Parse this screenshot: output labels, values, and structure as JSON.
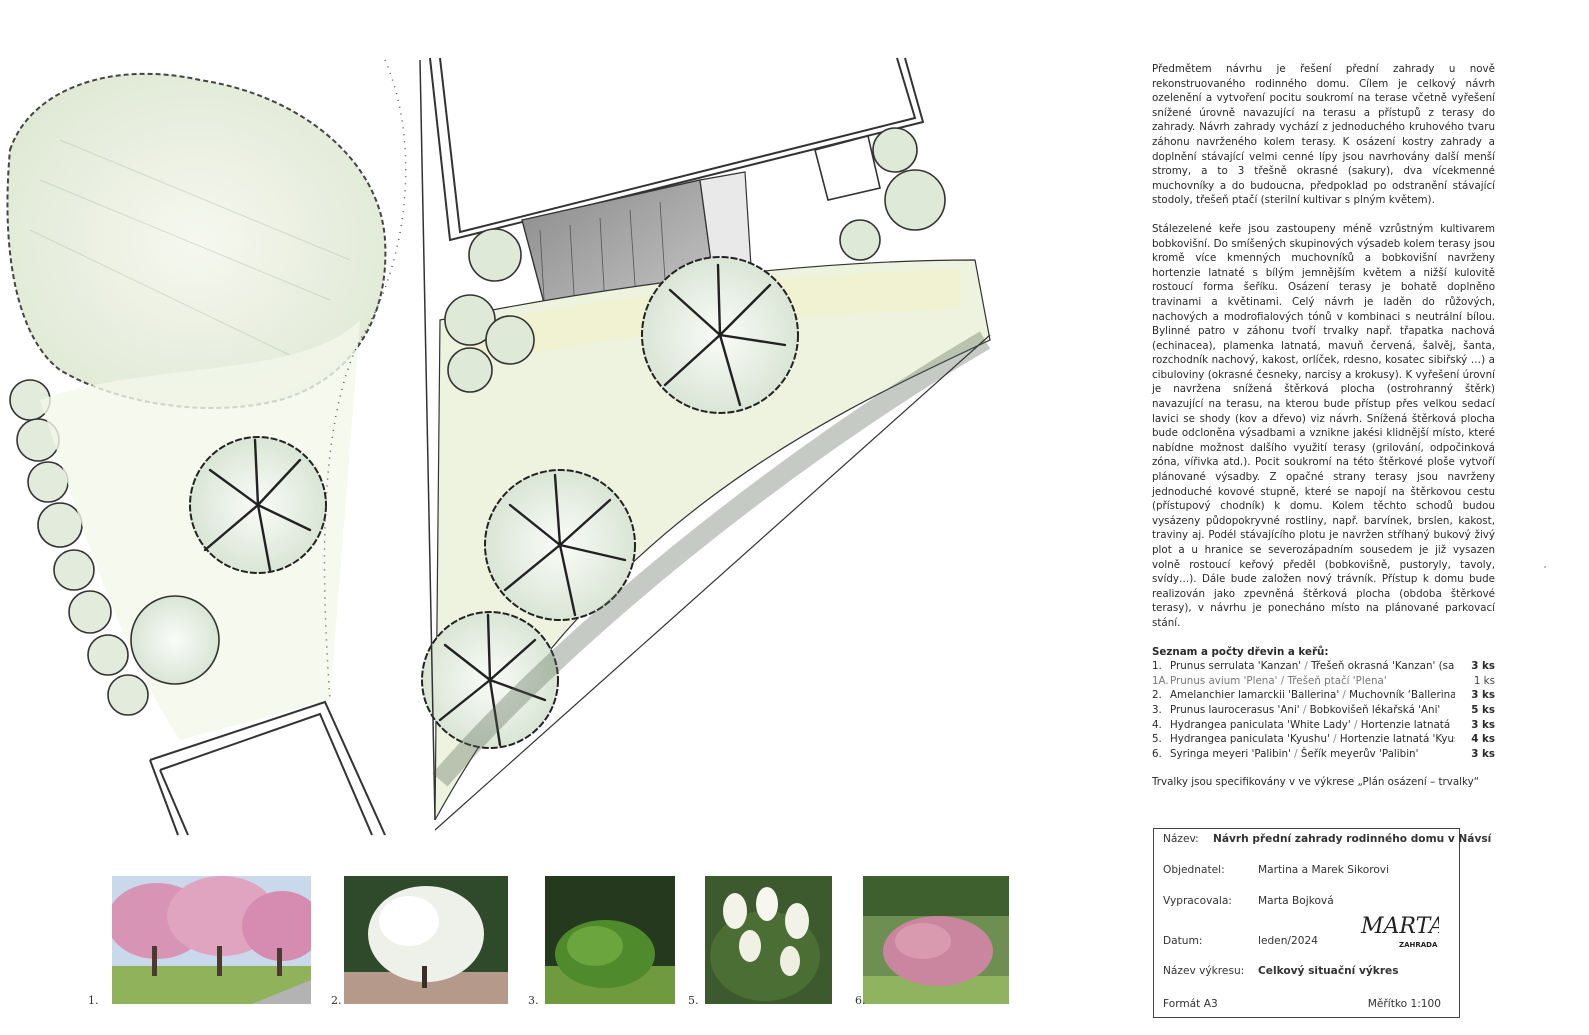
{
  "intro_paragraph": "Předmětem návrhu je řešení přední zahrady u nově rekonstruovaného rodinného domu. Cílem je celkový návrh ozelenění a vytvoření pocitu soukromí na terase včetně vyřešení snížené úrovně navazující na terasu a přístupů z terasy do zahrady. Návrh zahrady vychází z jednoduchého kruhového tvaru záhonu navrženého kolem terasy. K osázení kostry zahrady a doplnění stávající velmi cenné lípy jsou navrhovány další menší stromy, a to 3 třešně okrasné (sakury), dva vícekmenné muchovníky a do budoucna, předpoklad po odstranění stávající stodoly, třešeň ptačí (sterilní kultivar s plným květem).",
  "main_paragraph": "Stálezelené keře jsou zastoupeny méně vzrůstným kultivarem bobkovišní. Do smíšených skupinových výsadeb kolem terasy jsou kromě více kmenných muchovníků a bobkovišní navrženy hortenzie latnaté s bílým jemnějším květem a nižší kulovitě rostoucí forma šeříku. Osázení terasy je bohatě doplněno travinami a květinami. Celý návrh je laděn do růžových, nachových a modrofialových tónů v kombinaci s neutrální bílou. Bylinné patro v záhonu tvoří trvalky např. třapatka nachová (echinacea), plamenka latnatá, mavuň červená, šalvěj, šanta, rozchodník nachový, kakost, orlíček, rdesno, kosatec sibiřský …) a cibuloviny (okrasné česneky, narcisy a krokusy). K vyřešení úrovní je navržena snížená štěrková plocha (ostrohranný štěrk) navazující na terasu, na kterou bude přístup přes velkou sedací lavici se shody (kov a dřevo) viz návrh. Snížená štěrková plocha bude odcloněna výsadbami a vznikne jakési klidnější místo, které nabídne možnost dalšího využití terasy (grilování, odpočinková zóna, vířivka atd.). Pocit soukromí na této štěrkové ploše vytvoří plánované výsadby. Z opačné strany terasy jsou navrženy jednoduché kovové stupně, které se napojí na štěrkovou cestu (přístupový chodník) k domu. Kolem těchto schodů budou vysázeny půdopokryvné rostliny, např. barvínek, brslen, kakost, traviny aj. Podél stávajícího plotu je navržen stříhaný bukový živý plot a u hranice se severozápadním sousedem je již vysazen volně rostoucí keřový předěl (bobkovišně, pustoryly, tavoly, svídy…). Dále bude založen nový trávník. Přístup k domu bude realizován jako zpevněná štěrková plocha (obdoba štěrkové terasy), v návrhu je ponecháno místo na plánované parkovací stání.",
  "species_title": "Seznam a počty dřevin a keřů:",
  "species": [
    {
      "num": "1.",
      "sci": "Prunus serrulata 'Kanzan'",
      "cz": "Třešeň okrasná 'Kanzan' (sakura)",
      "count": "3 ks",
      "muted": false
    },
    {
      "num": "1A.",
      "sci": "Prunus avium 'Plena'",
      "cz": "Třešeň ptačí 'Plena'",
      "count": "1 ks",
      "muted": true
    },
    {
      "num": "2.",
      "sci": "Amelanchier lamarckii 'Ballerina'",
      "cz": "Muchovník ‘Ballerina’",
      "count": "3 ks",
      "muted": false
    },
    {
      "num": "3.",
      "sci": "Prunus laurocerasus 'Ani'",
      "cz": "Bobkovišeň lékařská 'Ani'",
      "count": "5 ks",
      "muted": false
    },
    {
      "num": "4.",
      "sci": "Hydrangea paniculata 'White Lady'",
      "cz": "Hortenzie latnatá",
      "count": "3 ks",
      "muted": false
    },
    {
      "num": "5.",
      "sci": "Hydrangea paniculata 'Kyushu'",
      "cz": "Hortenzie latnatá 'Kyushu'",
      "count": "4 ks",
      "muted": false
    },
    {
      "num": "6.",
      "sci": "Syringa meyeri 'Palibin'",
      "cz": "Šeřík meyerův 'Palibin'",
      "count": "3 ks",
      "muted": false
    }
  ],
  "perennials_note": "Trvalky jsou specifikovány v ve výkrese „Plán osázení – trvalky“",
  "photos": [
    {
      "label": "1.",
      "name": "photo-cherry-kanzan"
    },
    {
      "label": "2.",
      "name": "photo-amelanchier"
    },
    {
      "label": "3.",
      "name": "photo-laurocerasus"
    },
    {
      "label": "5.",
      "name": "photo-hydrangea-kyushu"
    },
    {
      "label": "6.",
      "name": "photo-syringa-palibin"
    }
  ],
  "title_block": {
    "name_label": "Název:",
    "name_value": "Návrh přední zahrady rodinného domu v Návsí",
    "client_label": "Objednatel:",
    "client_value": "Martina a Marek Sikorovi",
    "author_label": "Vypracovala:",
    "author_value": "Marta Bojková",
    "date_label": "Datum:",
    "date_value": "leden/2024",
    "drawing_label": "Název výkresu:",
    "drawing_value": "Celkový situační výkres",
    "format": "Formát A3",
    "scale": "Měřítko 1:100",
    "logo_text": "MARTA",
    "logo_subtext": "ZAHRADA"
  }
}
